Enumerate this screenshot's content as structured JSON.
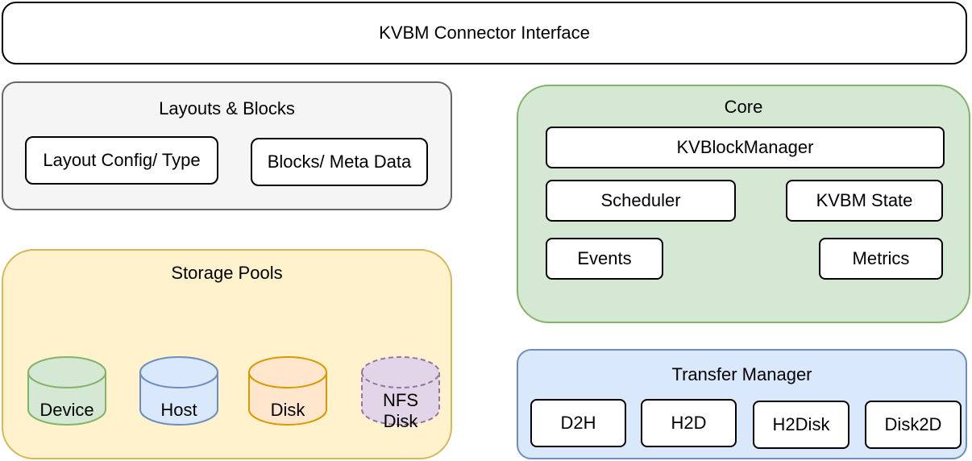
{
  "connector": {
    "label": "KVBM Connector Interface"
  },
  "layouts": {
    "title": "Layouts & Blocks",
    "items": [
      {
        "label": "Layout Config/ Type"
      },
      {
        "label": "Blocks/ Meta Data"
      }
    ]
  },
  "core": {
    "title": "Core",
    "block_manager": "KVBlockManager",
    "scheduler": "Scheduler",
    "state": "KVBM State",
    "events": "Events",
    "metrics": "Metrics"
  },
  "storage": {
    "title": "Storage Pools",
    "pools": [
      {
        "label": "Device",
        "fill": "#d5e8d4",
        "stroke": "#82b366",
        "dashed": false
      },
      {
        "label": "Host",
        "fill": "#dae8fc",
        "stroke": "#6c8ebf",
        "dashed": false
      },
      {
        "label": "Disk",
        "fill": "#ffe6cc",
        "stroke": "#d79b00",
        "dashed": false
      },
      {
        "label_line1": "NFS",
        "label_line2": "Disk",
        "fill": "#e1d5e7",
        "stroke": "#9673a6",
        "dashed": true
      }
    ]
  },
  "transfer": {
    "title": "Transfer Manager",
    "items": [
      {
        "label": "D2H"
      },
      {
        "label": "H2D"
      },
      {
        "label": "H2Disk"
      },
      {
        "label": "Disk2D"
      }
    ]
  },
  "colors": {
    "layouts_fill": "#f5f5f5",
    "layouts_stroke": "#666666",
    "core_fill": "#d5e8d4",
    "core_stroke": "#82b366",
    "storage_fill": "#fff2cc",
    "storage_stroke": "#d6b656",
    "transfer_fill": "#dae8fc",
    "transfer_stroke": "#6c8ebf"
  }
}
